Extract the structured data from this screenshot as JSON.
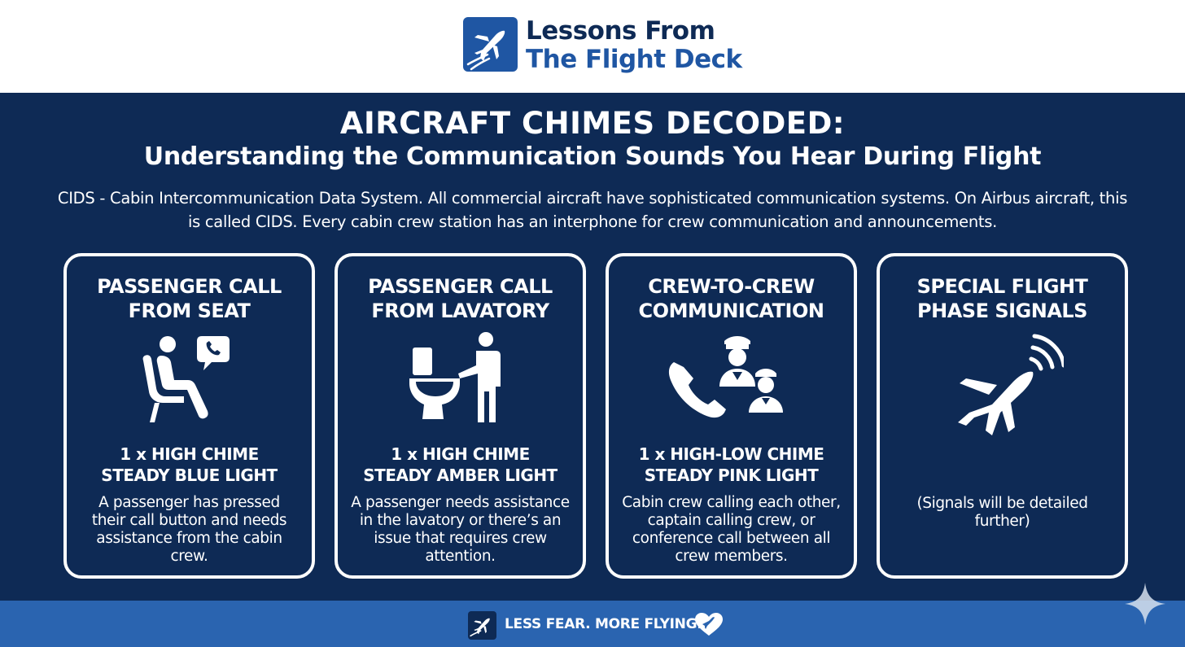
{
  "header": {
    "logo_icon": "airplane-takeoff-icon",
    "logo_line1": "Lessons From",
    "logo_line2": "The Flight Deck"
  },
  "title": "AIRCRAFT CHIMES DECODED:",
  "subtitle": "Understanding the Communication Sounds You Hear During Flight",
  "intro": "CIDS - Cabin Intercommunication Data System. All commercial aircraft have sophisticated communication systems. On Airbus aircraft, this is called CIDS. Every cabin crew station has an interphone for crew communication and announcements.",
  "cards": [
    {
      "title_line1": "PASSENGER CALL",
      "title_line2": "FROM SEAT",
      "icon": "seated-passenger-call-icon",
      "chime_line1": "1 x HIGH CHIME",
      "chime_line2": "STEADY BLUE LIGHT",
      "description": "A passenger has pressed their call button and needs assistance from the cabin crew."
    },
    {
      "title_line1": "PASSENGER CALL",
      "title_line2": "FROM LAVATORY",
      "icon": "lavatory-person-icon",
      "chime_line1": "1 x HIGH CHIME",
      "chime_line2": "STEADY AMBER LIGHT",
      "description": "A passenger needs assistance in the lavatory or there’s an issue that requires crew attention."
    },
    {
      "title_line1": "CREW-TO-CREW",
      "title_line2": "COMMUNICATION",
      "icon": "phone-and-crew-icon",
      "chime_line1": "1 x HIGH-LOW CHIME",
      "chime_line2": "STEADY PINK LIGHT",
      "description": "Cabin crew calling each other, captain calling crew, or conference call between all crew members."
    },
    {
      "title_line1": "SPECIAL FLIGHT",
      "title_line2": "PHASE SIGNALS",
      "icon": "airplane-signal-icon",
      "description": "(Signals will be detailed further)"
    }
  ],
  "footer": {
    "icon": "airplane-takeoff-icon",
    "tagline": "LESS FEAR. MORE FLYING.",
    "heart_icon": "heart-icon"
  },
  "colors": {
    "navy": "#0e2a55",
    "brand_blue": "#1f56a3",
    "footer_blue": "#2a64b0",
    "white": "#ffffff"
  }
}
